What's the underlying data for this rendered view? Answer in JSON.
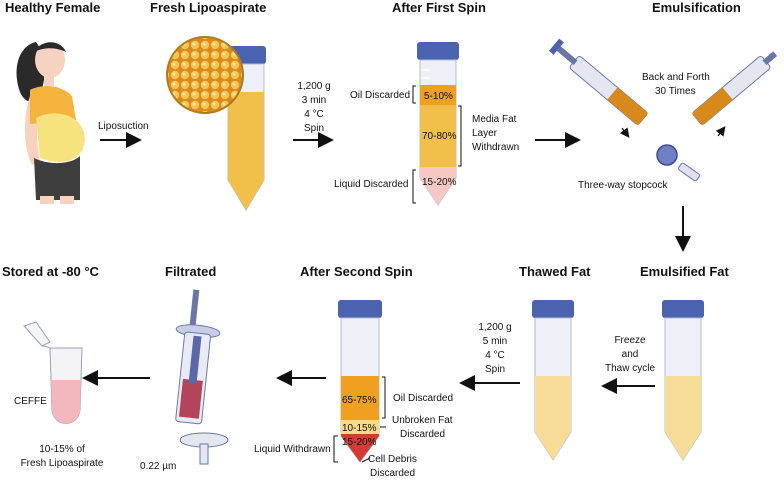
{
  "titles": {
    "healthy_female": "Healthy Female",
    "fresh_lipoaspirate": "Fresh Lipoaspirate",
    "after_first_spin": "After First Spin",
    "emulsification": "Emulsification",
    "stored": "Stored at -80 °C",
    "filtrated": "Filtrated",
    "after_second_spin": "After Second Spin",
    "thawed_fat": "Thawed Fat",
    "emulsified_fat": "Emulsified Fat"
  },
  "step1": {
    "label": "Liposuction"
  },
  "spin1": {
    "line1": "1,200 g",
    "line2": "3 min",
    "line3": "4 °C",
    "line4": "Spin"
  },
  "first_spin_tube": {
    "oil_label": "Oil Discarded",
    "oil_pct": "5-10%",
    "media_pct": "70-80%",
    "liquid_pct": "15-20%",
    "liquid_label": "Liquid Discarded",
    "media_label_1": "Media Fat",
    "media_label_2": "Layer",
    "media_label_3": "Withdrawn"
  },
  "emulsification": {
    "text_1": "Back and Forth",
    "text_2": "30 Times",
    "stopcock": "Three-way stopcock"
  },
  "freeze": {
    "line1": "Freeze",
    "line2": "and",
    "line3": "Thaw cycle"
  },
  "spin2": {
    "line1": "1,200 g",
    "line2": "5 min",
    "line3": "4 °C",
    "line4": "Spin"
  },
  "second_spin_tube": {
    "oil_pct": "65-75%",
    "unbroken_pct": "10-15%",
    "liquid_pct": "15-20%",
    "oil_label": "Oil Discarded",
    "unbroken_label_1": "Unbroken Fat",
    "unbroken_label_2": "Discarded",
    "liquid_label": "Liquid Withdrawn",
    "debris_label_1": "Cell Debris",
    "debris_label_2": "Discarded"
  },
  "filter": {
    "pore": "0.22 µm"
  },
  "stored": {
    "ceffe": "CEFFE",
    "yield_1": "10-15% of",
    "yield_2": "Fresh Lipoaspirate"
  },
  "colors": {
    "tube_cap": "#4a62b0",
    "fat_yellow": "#f0c04a",
    "fat_orange": "#eea020",
    "oil_pale": "#f9d98a",
    "thawed_yellow": "#f7dc98",
    "liquid_pink": "#f6c8c4",
    "debris_red": "#d63a36",
    "ceffe_pink": "#f3b8bd"
  }
}
